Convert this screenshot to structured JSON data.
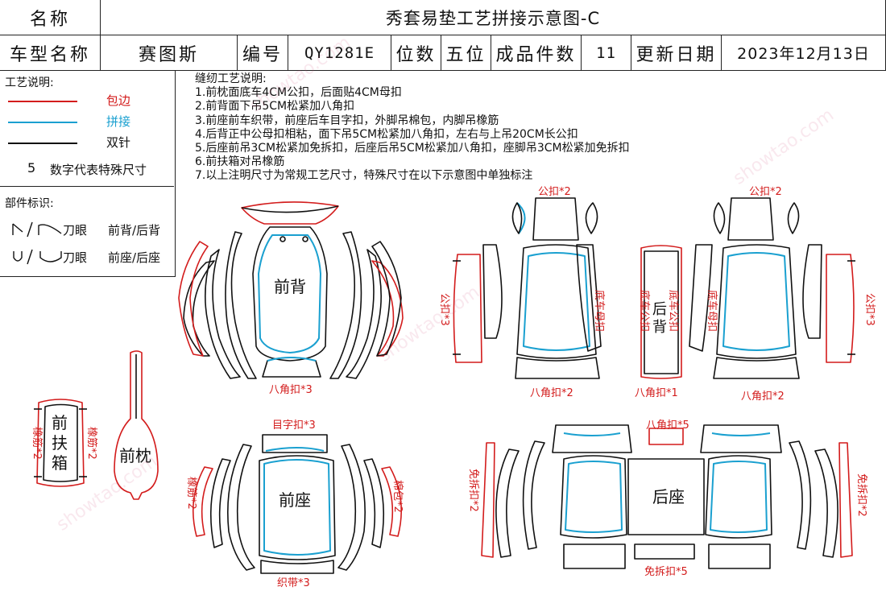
{
  "header": {
    "name_label": "名称",
    "title": "秀套易垫工艺拼接示意图-C",
    "model_label": "车型名称",
    "model_value": "赛图斯",
    "code_label": "编号",
    "code_value": "QY1281E",
    "seats_label": "位数",
    "seats_value": "五位",
    "pieces_label": "成品件数",
    "pieces_value": "11",
    "update_label": "更新日期",
    "update_value": "2023年12月13日"
  },
  "legend": {
    "title": "工艺说明:",
    "items": [
      {
        "label": "包边",
        "color": "#d31c1c"
      },
      {
        "label": "拼接",
        "color": "#1aa0d0"
      },
      {
        "label": "双针",
        "color": "#111111"
      }
    ],
    "number_symbol": "5",
    "number_text": "数字代表特殊尺寸",
    "parts_title": "部件标识:",
    "knife1_symbol": "\\/⌒",
    "knife1_label": "刀眼",
    "knife1_desc": "前背/后背",
    "knife2_symbol": "∪/ ∪",
    "knife2_label": "刀眼",
    "knife2_desc": "前座/后座"
  },
  "notes": {
    "title": "缝纫工艺说明:",
    "lines": [
      "1.前枕面底车4CM公扣，后面贴4CM母扣",
      "2.前背面下吊5CM松紧加八角扣",
      "3.前座前车织带，前座后车目字扣，外脚吊棉包，内脚吊橡筋",
      "4.后背正中公母扣相粘，面下吊5CM松紧加八角扣，左右与上吊20CM长公扣",
      "5.后座前吊3CM松紧加免拆扣，后座后吊5CM松紧加八角扣，座脚吊3CM松紧加免拆扣",
      "6.前扶箱对吊橡筋",
      "7.以上注明尺寸为常规工艺尺寸，特殊尺寸在以下示意图中单独标注"
    ]
  },
  "parts": {
    "front_back": "前背",
    "front_back_tag": "八角扣*3",
    "front_armrest_1": "前",
    "front_armrest_2": "扶",
    "front_armrest_3": "箱",
    "armrest_elastic": "橡筋*2",
    "front_pillow": "前枕",
    "front_seat": "前座",
    "front_seat_top": "目字扣*3",
    "front_seat_left": "橡筋*2",
    "front_seat_right": "棉包*2",
    "front_seat_bottom": "织带*3",
    "rear_back": "后背",
    "rear_back_top_left": "公扣*2",
    "rear_back_top_right": "公扣*2",
    "rear_back_left_side": "公扣*3",
    "rear_back_right_side": "公扣*3",
    "rear_back_mother_left": "底车母扣",
    "rear_back_mother_right": "底车母扣",
    "rear_back_center_left": "底车公扣",
    "rear_back_center_right": "底车公扣",
    "rear_back_bottom_left": "八角扣*2",
    "rear_back_bottom_center": "八角扣*1",
    "rear_back_bottom_right": "八角扣*2",
    "rear_seat": "后座",
    "rear_seat_top": "八角扣*5",
    "rear_seat_left": "免拆扣*2",
    "rear_seat_right": "免拆扣*2",
    "rear_seat_bottom": "免拆扣*5"
  }
}
